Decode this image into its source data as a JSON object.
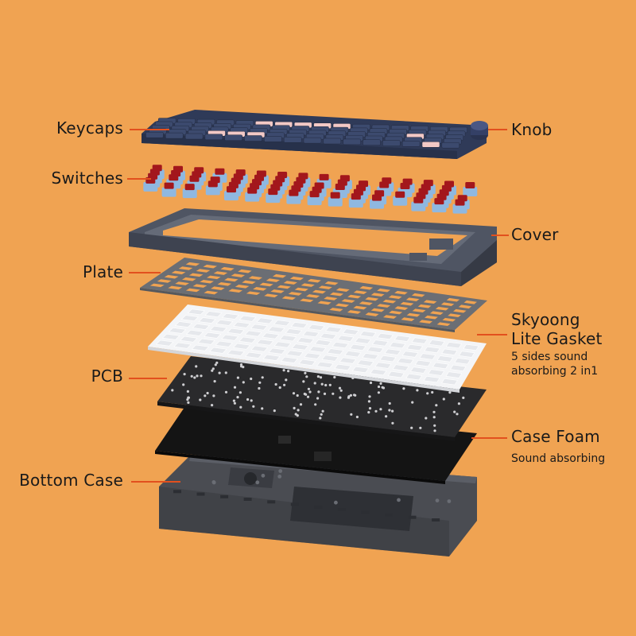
{
  "background_color": "#F0A352",
  "leader_color": "#E2501E",
  "labels": {
    "keycaps": "Keycaps",
    "knob": "Knob",
    "switches": "Switches",
    "cover": "Cover",
    "plate": "Plate",
    "gasket_line1": "Skyoong",
    "gasket_line2": "Lite Gasket",
    "gasket_sub_line1": "5 sides sound",
    "gasket_sub_line2": "absorbing 2 in1",
    "pcb": "PCB",
    "case_foam": "Case Foam",
    "case_foam_sub": "Sound absorbing",
    "bottom_case": "Bottom Case"
  },
  "layers": [
    {
      "name": "keycaps",
      "colors": [
        "#3C4A6E",
        "#F3C9C6"
      ]
    },
    {
      "name": "switches",
      "colors": [
        "#8FB8E0",
        "#A3171C"
      ]
    },
    {
      "name": "cover",
      "colors": [
        "#4F5563"
      ]
    },
    {
      "name": "plate",
      "colors": [
        "#6B6E74"
      ]
    },
    {
      "name": "gasket",
      "colors": [
        "#F4F5F7"
      ]
    },
    {
      "name": "pcb",
      "colors": [
        "#2A2A2C"
      ]
    },
    {
      "name": "case-foam",
      "colors": [
        "#141414"
      ]
    },
    {
      "name": "bottom-case",
      "colors": [
        "#4A4C52"
      ]
    }
  ]
}
